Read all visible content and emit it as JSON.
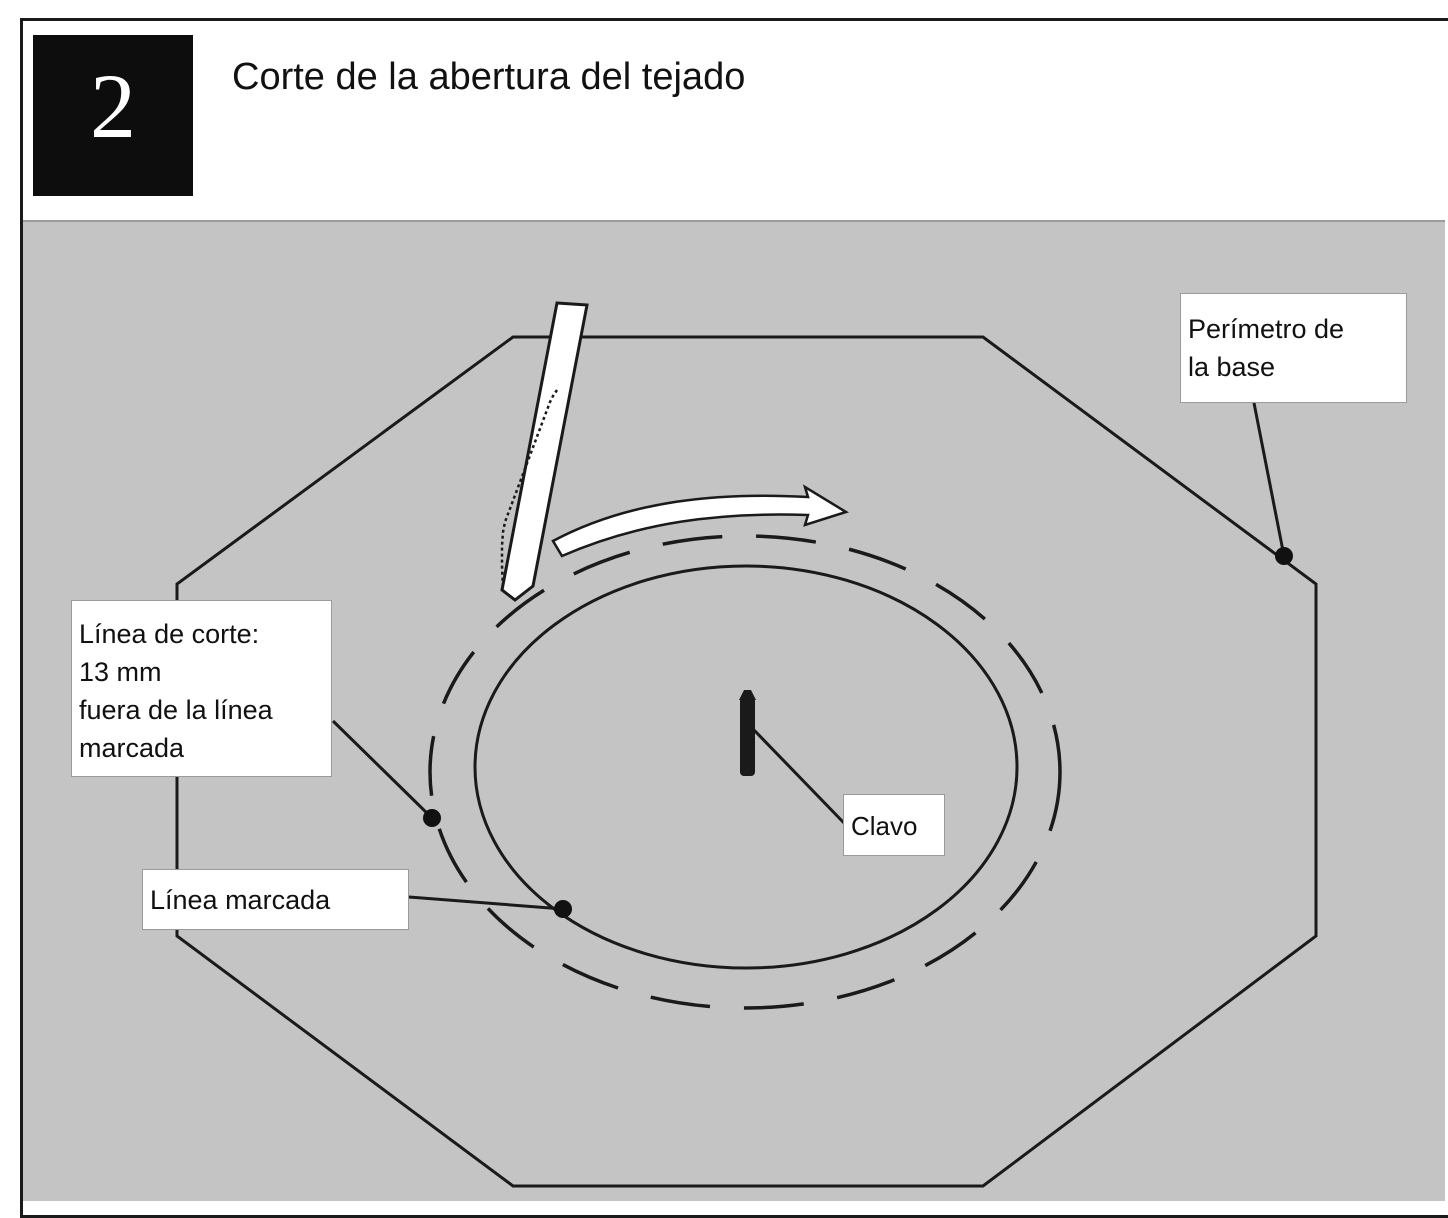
{
  "header": {
    "step_number": "2",
    "title": "Corte de la abertura del tejado"
  },
  "labels": {
    "perimeter": [
      "Perímetro de",
      "la base"
    ],
    "cut_line": [
      "Línea de corte:",
      "13 mm",
      "fuera de la línea",
      "marcada"
    ],
    "marked_line": "Línea marcada",
    "nail": "Clavo"
  },
  "colors": {
    "diagram_background": "#c4c4c4",
    "step_box": "#0d0d0d",
    "outline": "#1a1a1a",
    "label_background": "#ffffff"
  }
}
